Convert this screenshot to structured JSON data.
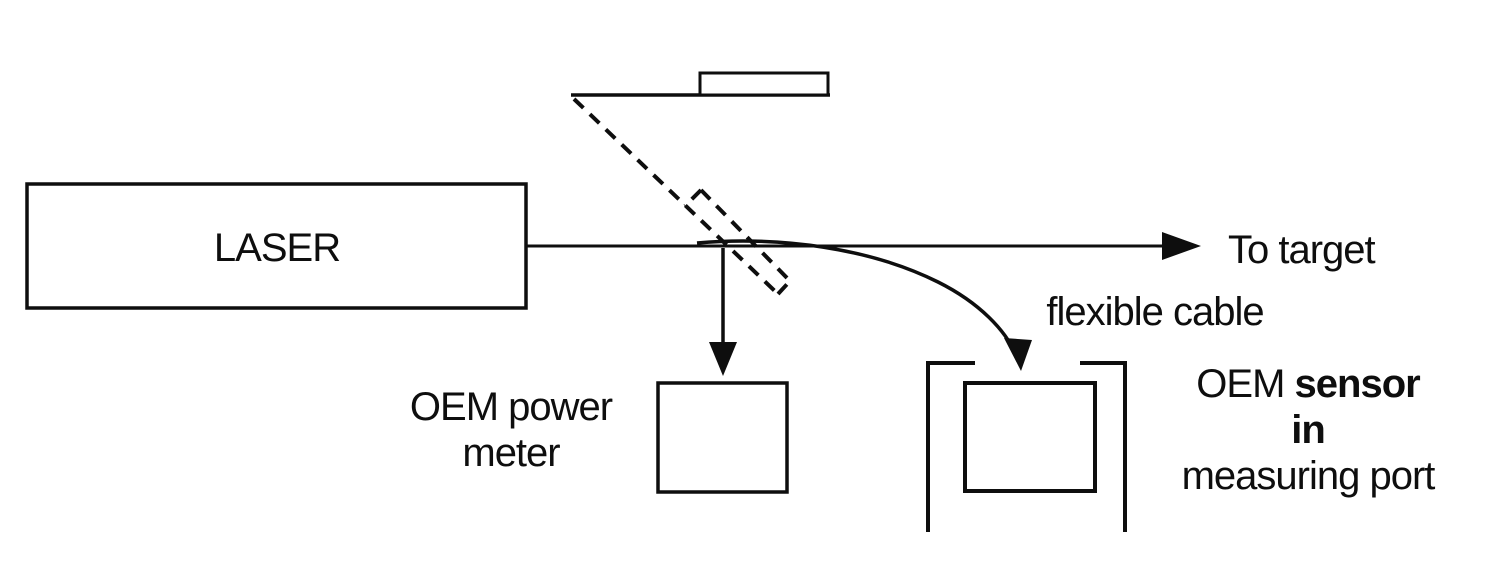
{
  "figure": {
    "background_color": "#ffffff",
    "line_color": "#0e0e0e",
    "labels": {
      "laser": "LASER",
      "to_target": "To target",
      "flexible_cable": "flexible cable",
      "power_meter_line1": "OEM power",
      "power_meter_line2": "meter",
      "sensor_line1_regular": "OEM ",
      "sensor_line1_bold": "sensor in",
      "sensor_line2": "measuring port"
    },
    "icons": {
      "laser_box": "laser-source-rectangle",
      "beam_splitter": "dashed-diagonal-plate",
      "mirror_assembly": "flat-mirror-with-mount-block",
      "main_beam": "right-arrow-line",
      "sampled_beam": "down-arrow-line",
      "flexible_cable": "curved-arrow",
      "power_meter": "small-square-box",
      "sensor": "small-square-box-in-bracket-port"
    }
  }
}
